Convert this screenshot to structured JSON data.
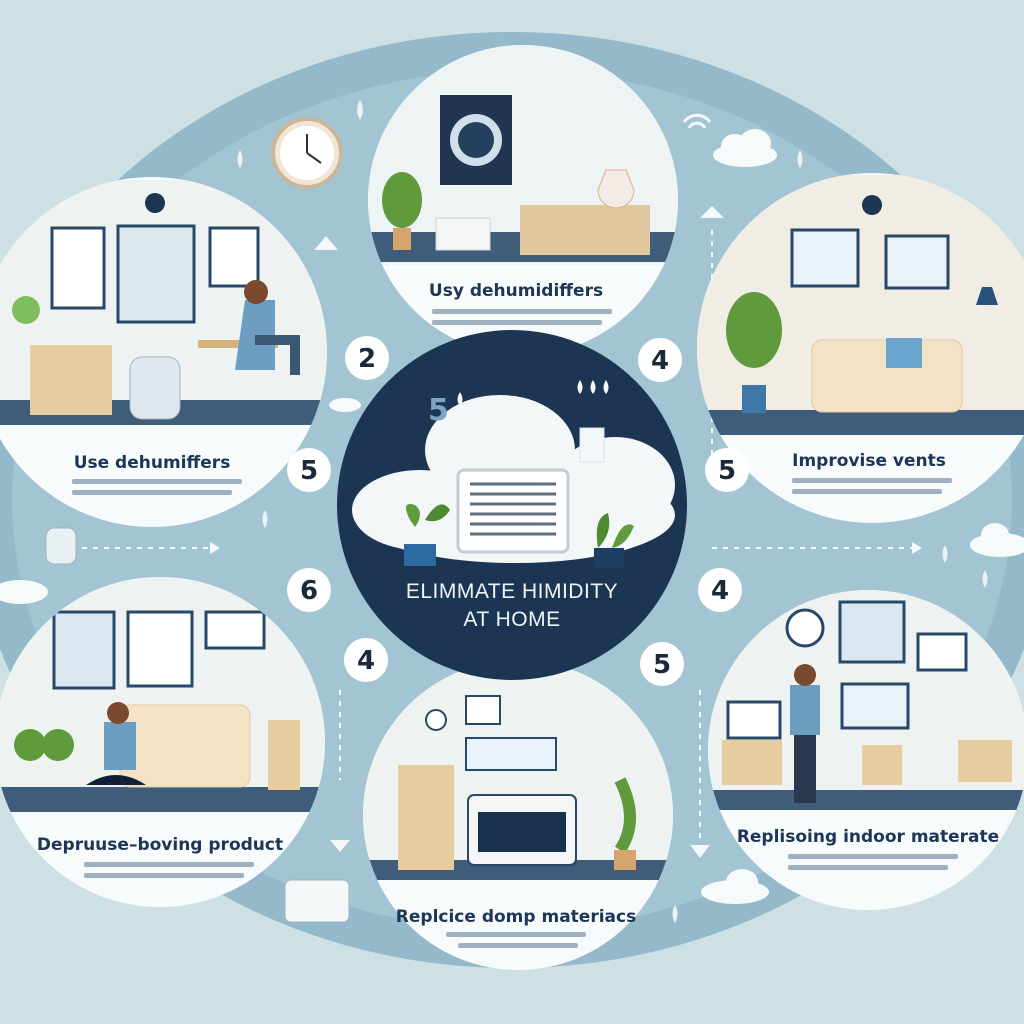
{
  "center": {
    "number": "5",
    "title_line1": "ELIMMATE HIMIDITY",
    "title_line2": "AT HOME"
  },
  "cards": [
    {
      "title": "Usy dehumidiffers"
    },
    {
      "title": "Use dehumiffers"
    },
    {
      "title": "Improvise vents"
    },
    {
      "title": "Depruuse–boving product"
    },
    {
      "title": "Replcice domp materiacs"
    },
    {
      "title": "Replisoing indoor materate"
    }
  ],
  "step_numbers": [
    "2",
    "4",
    "5",
    "5",
    "6",
    "4",
    "4",
    "5"
  ],
  "colors": {
    "background": "#c9dde0",
    "ring": "#8fb6c7",
    "center_circle": "#1c3553",
    "card_bg": "#f8fbfb",
    "accent_text": "#1d3557"
  }
}
